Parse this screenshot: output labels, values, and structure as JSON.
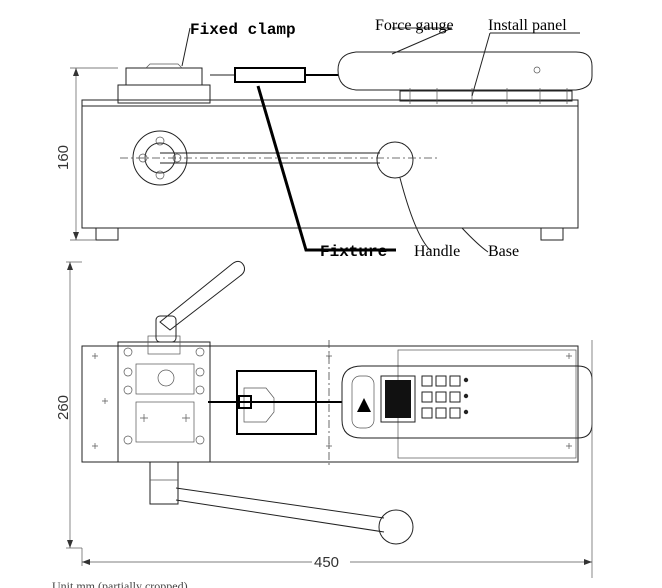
{
  "labels": {
    "fixed_clamp": "Fixed clamp",
    "force_gauge": "Force gauge",
    "install_panel": "Install panel",
    "fixture": "Fixture",
    "handle": "Handle",
    "base": "Base"
  },
  "dimensions": {
    "height": "160",
    "depth": "260",
    "length": "450"
  },
  "footer_fragment": "Unit mm (partially cropped)"
}
